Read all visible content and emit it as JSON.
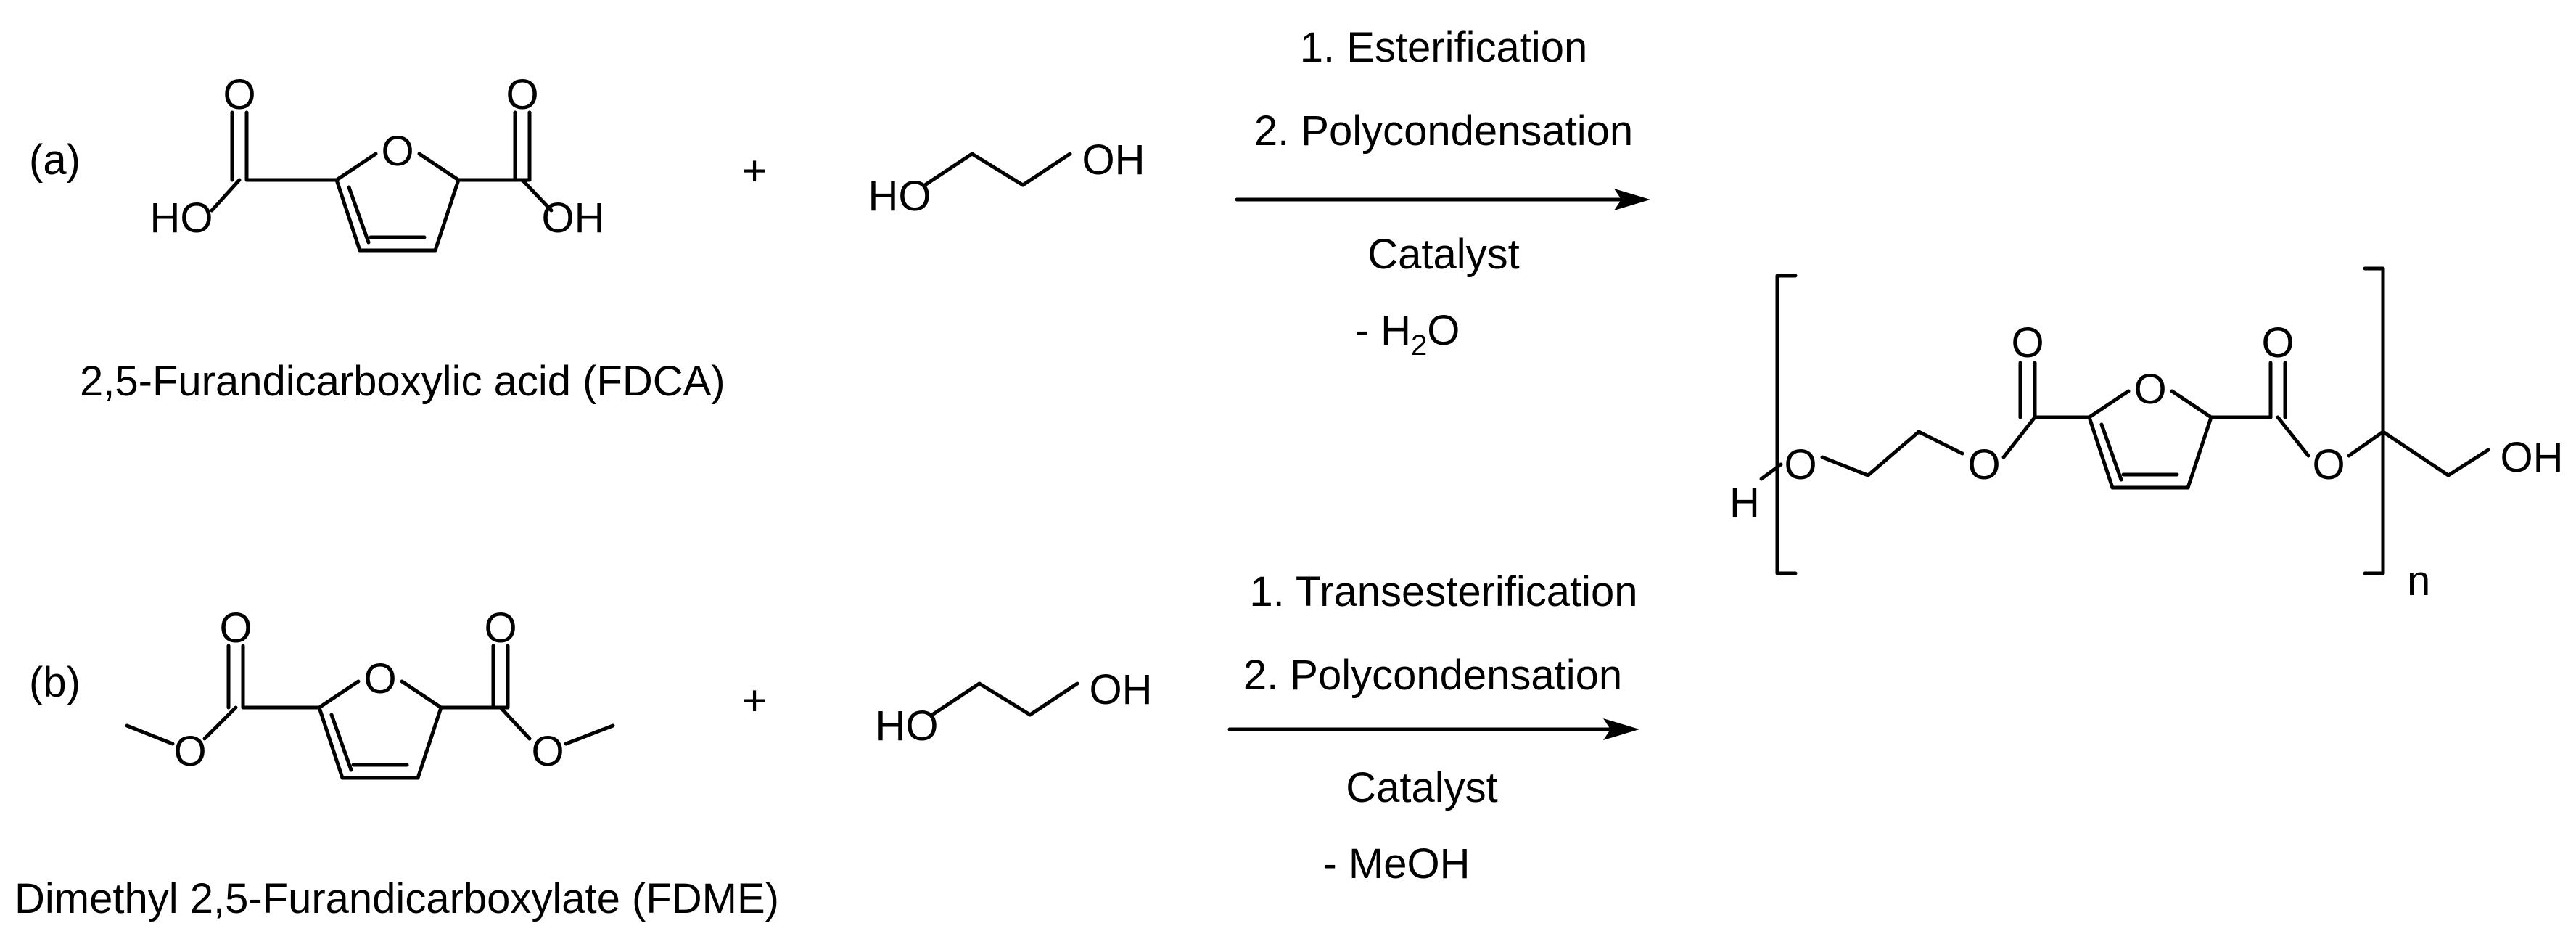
{
  "reaction_a": {
    "label": "(a)",
    "reactant_1_name": "2,5-Furandicarboxylic acid (FDCA)",
    "plus": "+",
    "conditions": {
      "step_1": "1. Esterification",
      "step_2": "2. Polycondensation",
      "catalyst": "Catalyst",
      "byproduct_prefix": "- H",
      "byproduct_subscript": "2",
      "byproduct_suffix": "O"
    }
  },
  "reaction_b": {
    "label": "(b)",
    "reactant_1_name": "Dimethyl 2,5-Furandicarboxylate (FDME)",
    "plus": "+",
    "conditions": {
      "step_1": "1. Transesterification",
      "step_2": "2. Polycondensation",
      "catalyst": "Catalyst",
      "byproduct": "- MeOH"
    }
  },
  "atoms": {
    "oxygen": "O",
    "hydroxyl": "OH",
    "hydroxyl_left": "HO",
    "hydrogen": "H",
    "repeat_n": "n"
  }
}
